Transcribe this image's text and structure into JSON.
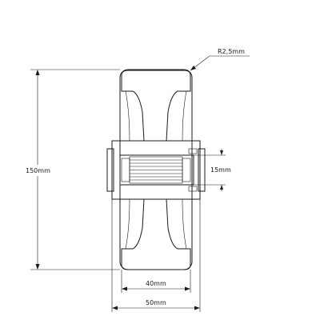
{
  "dimensions": {
    "overall_height": "150mm",
    "hub_bore": "15mm",
    "tread_width": "40mm",
    "overall_width": "50mm",
    "edge_radius": "R2,5mm"
  },
  "colors": {
    "line": "#1a1a1a",
    "hatch": "#1a1a1a",
    "tyre_fill": "#ffffff",
    "background": "#ffffff"
  }
}
